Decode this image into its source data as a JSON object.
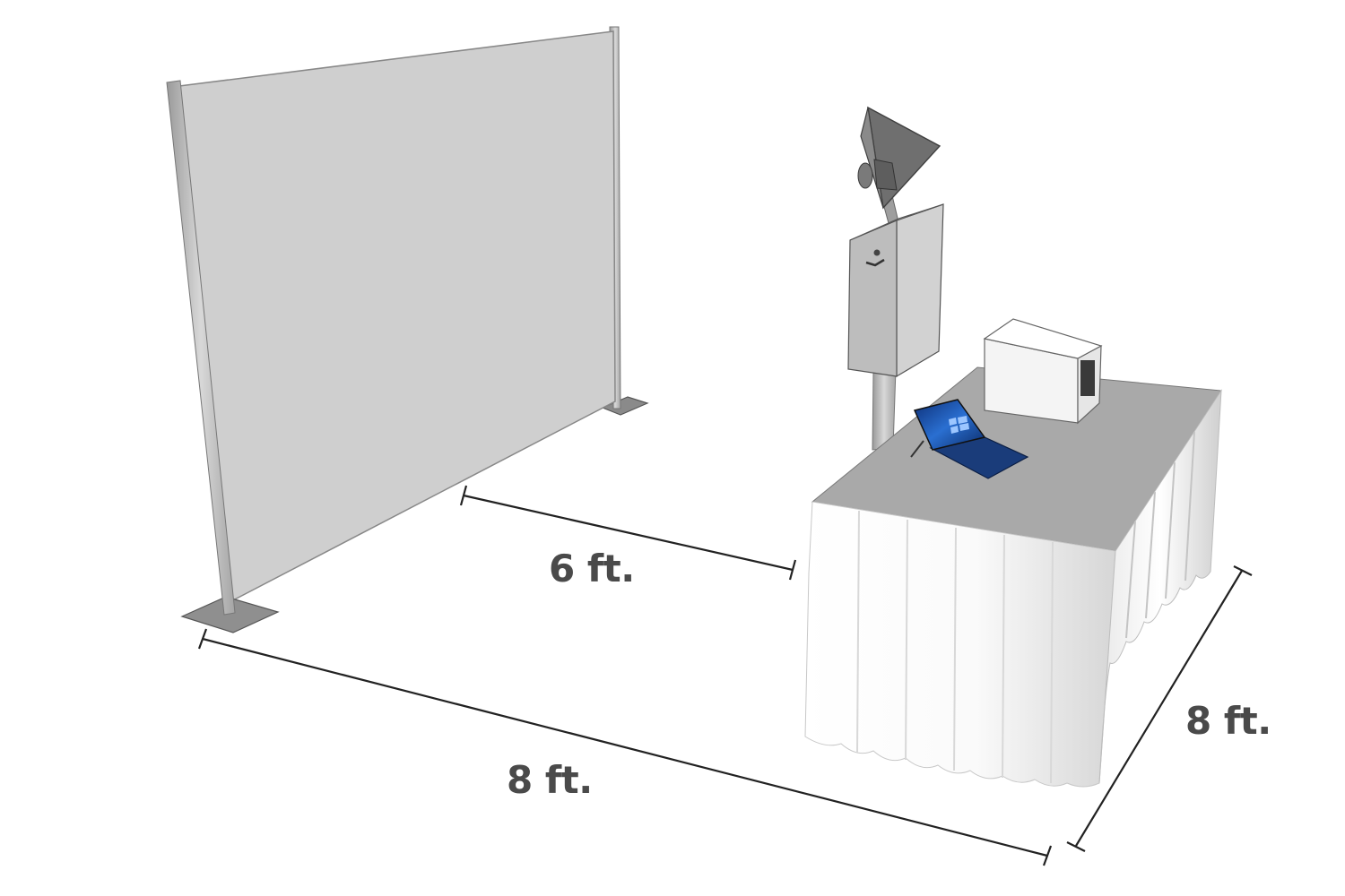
{
  "dimensions": {
    "gap": "6 ft.",
    "width": "8 ft.",
    "depth": "8 ft."
  },
  "colors": {
    "backdrop": "#cfcfcf",
    "dimension_line": "#222222",
    "label": "#4a4a4a",
    "laptop_screen": "#1f4fa6"
  }
}
